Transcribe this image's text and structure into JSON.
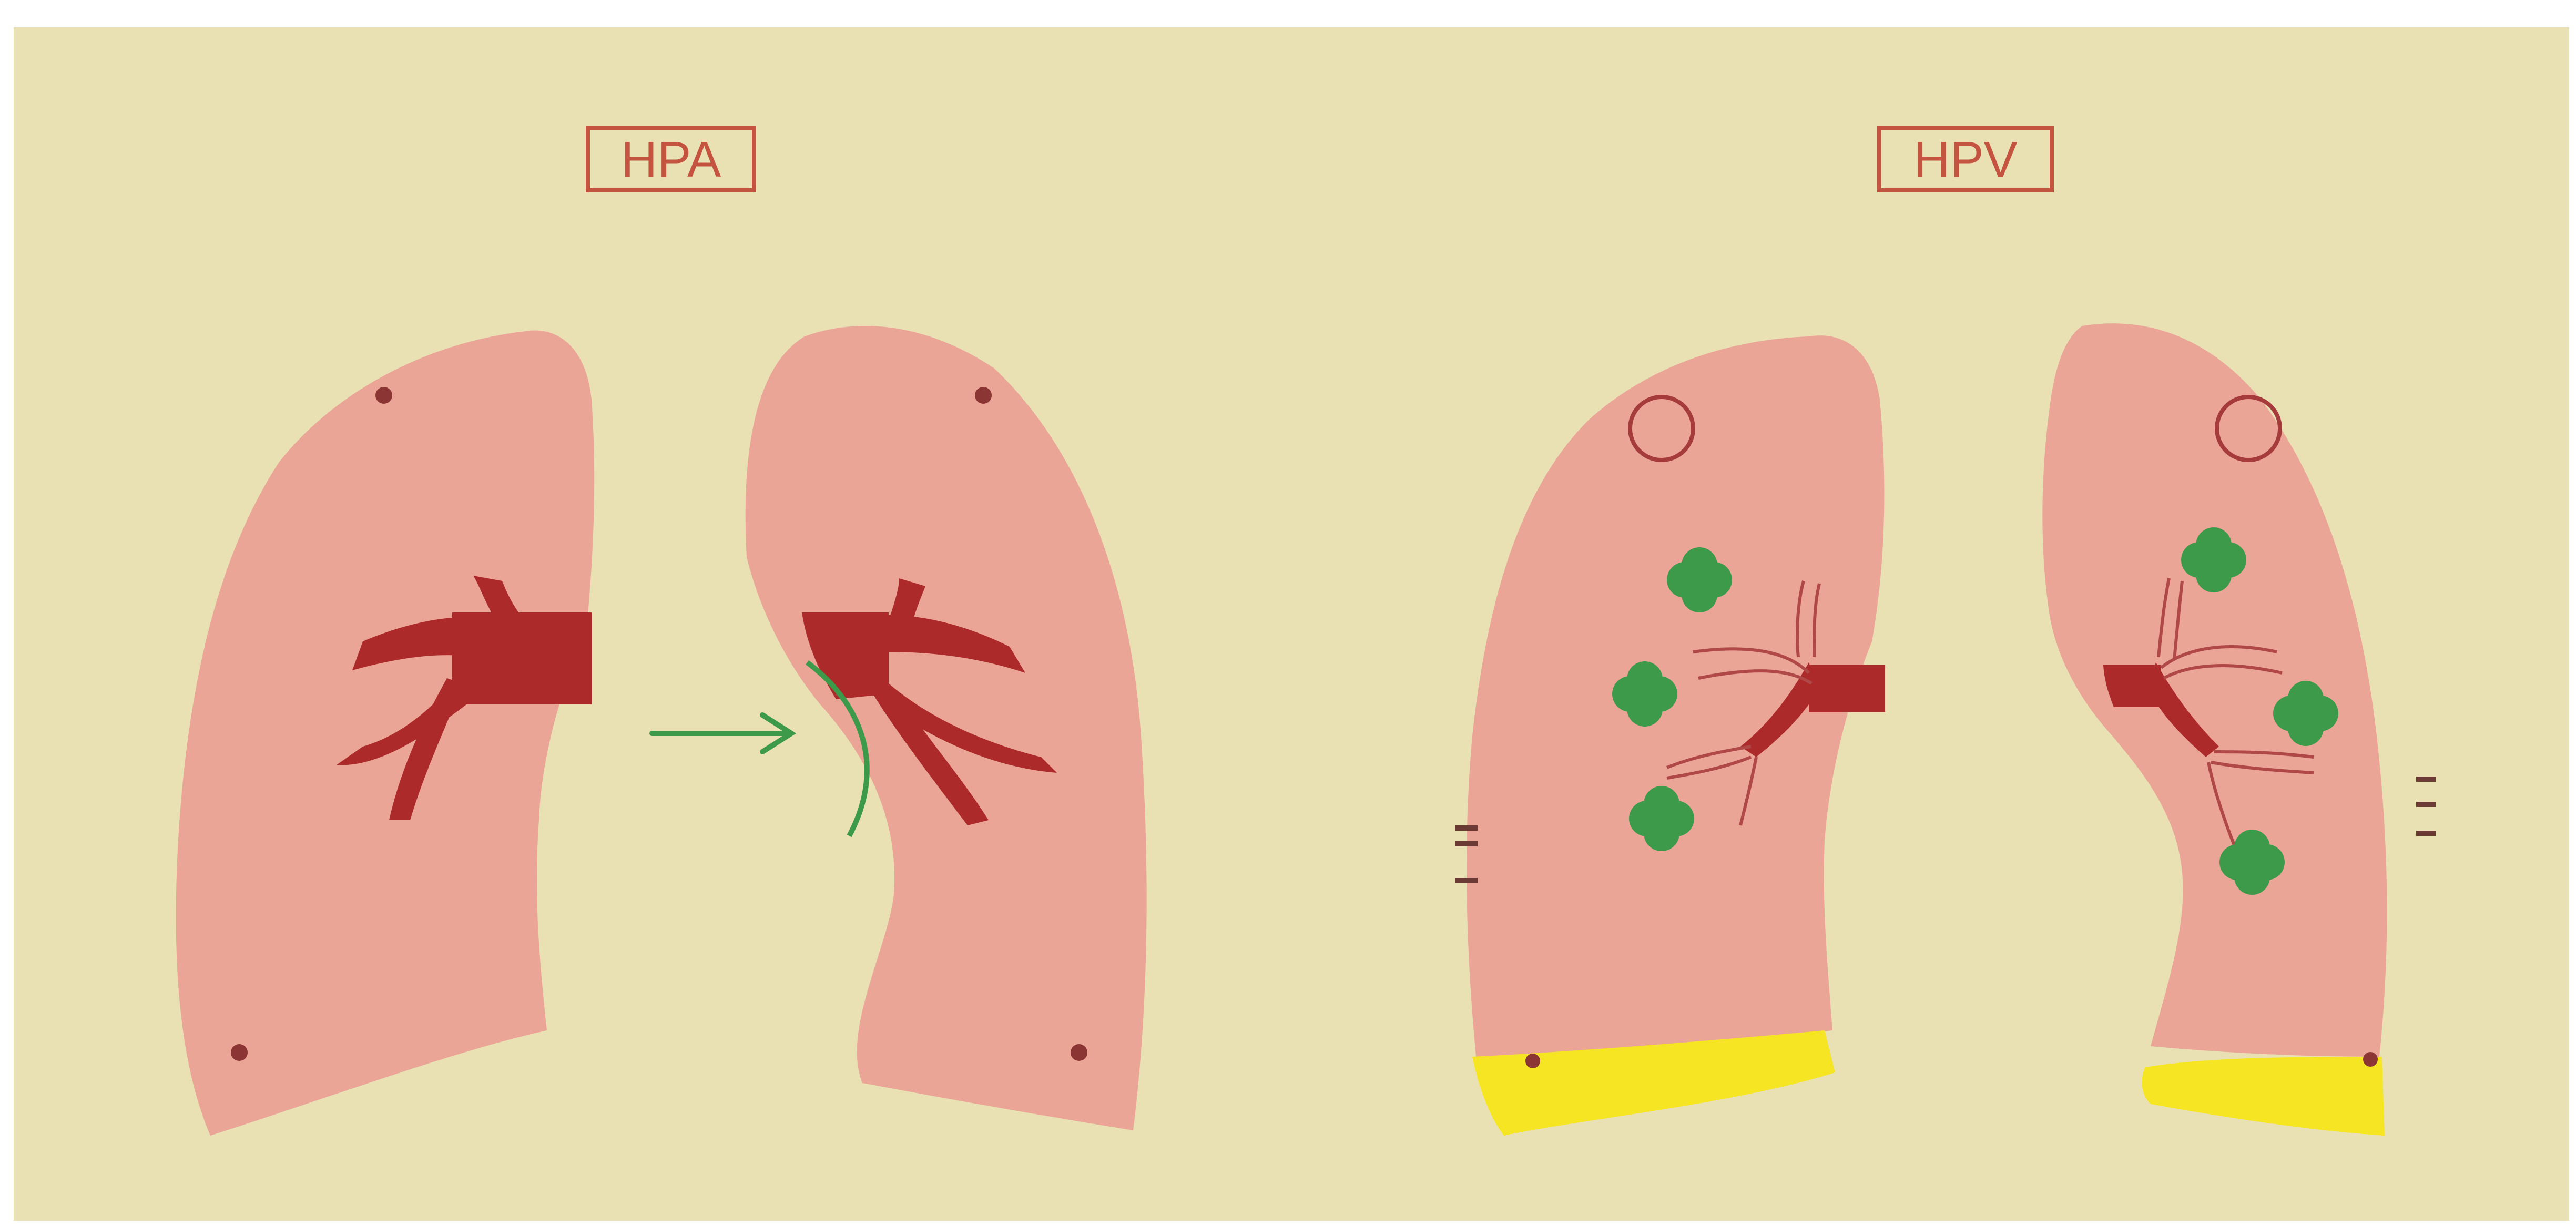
{
  "panels": [
    {
      "id": "hpa",
      "label": "HPA"
    },
    {
      "id": "hpv",
      "label": "HPV"
    }
  ],
  "colors": {
    "background": "#e9e1b4",
    "lung_fill": "#eaa596",
    "vessel_fill": "#ad2a2b",
    "green_marker": "#3d9a4a",
    "yellow_base": "#f6e523",
    "label_border": "#c4543f",
    "nodule_outline": "#a63b3b",
    "dot": "#8b3535"
  },
  "icons": {
    "arrow": "right-arrow-icon",
    "nodule": "circle-outline-icon",
    "marker": "green-quatrefoil-icon"
  }
}
